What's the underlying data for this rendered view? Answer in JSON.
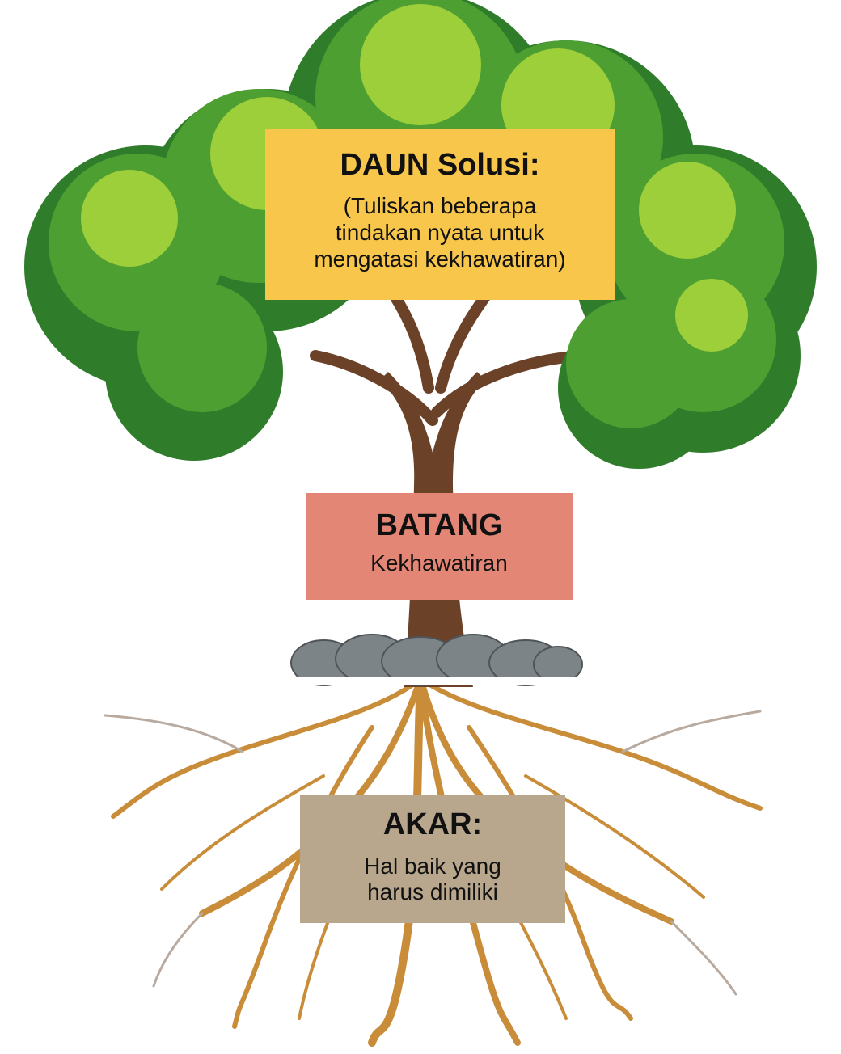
{
  "daun": {
    "title": "DAUN Solusi:",
    "text": "(Tuliskan beberapa\ntindakan nyata untuk\nmengatasi kekhawatiran)"
  },
  "batang": {
    "title": "BATANG",
    "text": "Kekhawatiran"
  },
  "akar": {
    "title": "AKAR:",
    "text": "Hal baik yang\nharus dimiliki"
  },
  "colors": {
    "daun_box": "#f7c64b",
    "batang_box": "#e38676",
    "akar_box": "#b8a78c",
    "foliage_dark": "#2f7d2a",
    "foliage_mid": "#4e9f32",
    "foliage_light": "#9ccf3a",
    "trunk": "#6b4128",
    "rock": "#7d8488",
    "root": "#c98d3a",
    "root_pale": "#b9aaa0"
  }
}
